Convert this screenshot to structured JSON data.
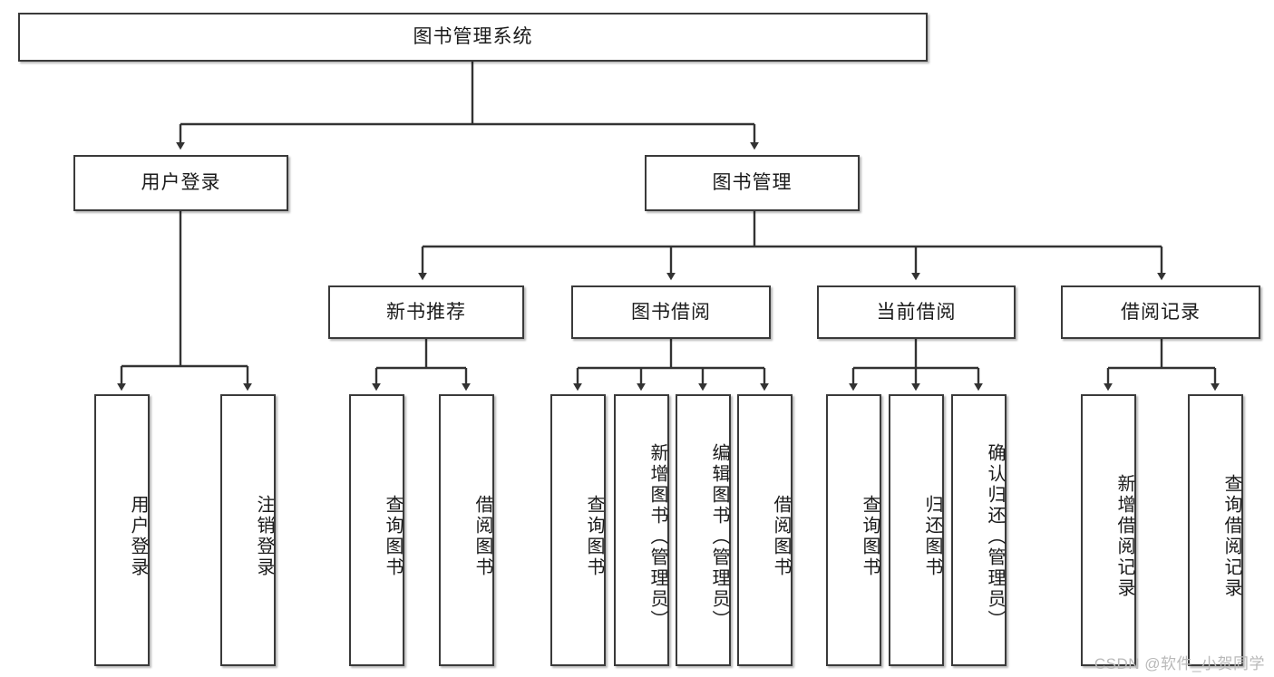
{
  "diagram": {
    "title_node": {
      "label": "图书管理系统"
    },
    "level2": [
      {
        "label": "用户登录"
      },
      {
        "label": "图书管理"
      }
    ],
    "level3": [
      {
        "label": "新书推荐"
      },
      {
        "label": "图书借阅"
      },
      {
        "label": "当前借阅"
      },
      {
        "label": "借阅记录"
      }
    ],
    "leaves": {
      "user_login": [
        {
          "label": "用户登录"
        },
        {
          "label": "注销登录"
        }
      ],
      "new_book_recommend": [
        {
          "label": "查询图书"
        },
        {
          "label": "借阅图书"
        }
      ],
      "book_borrow": [
        {
          "label": "查询图书"
        },
        {
          "label": "新增图书（管理员）"
        },
        {
          "label": "编辑图书（管理员）"
        },
        {
          "label": "借阅图书"
        }
      ],
      "current_borrow": [
        {
          "label": "查询图书"
        },
        {
          "label": "归还图书"
        },
        {
          "label": "确认归还（管理员）"
        }
      ],
      "borrow_record": [
        {
          "label": "新增借阅记录"
        },
        {
          "label": "查询借阅记录"
        }
      ]
    }
  },
  "watermark": {
    "text": "CSDN @软件_小贺同学"
  },
  "colors": {
    "box_border": "#3a3a3a",
    "box_fill": "#ffffff",
    "line": "#333333",
    "text": "#1b1b1b",
    "watermark": "#b9b9b9"
  }
}
